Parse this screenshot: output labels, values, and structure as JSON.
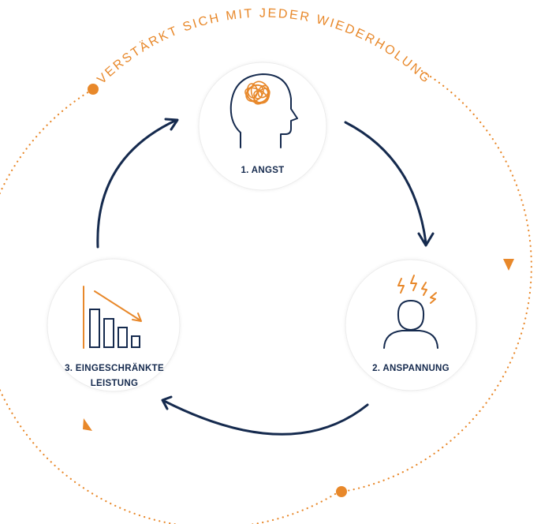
{
  "cycle": {
    "caption": "VERSTÄRKT SICH MIT JEDER WIEDERHOLUNG",
    "nodes": [
      {
        "label": "1. ANGST",
        "icon": "head-with-scribble-icon"
      },
      {
        "label": "2. ANSPANNUNG",
        "icon": "person-with-lightning-icon"
      },
      {
        "label_line1": "3. EINGESCHRÄNKTE",
        "label_line2": "LEISTUNG",
        "icon": "declining-bar-chart-icon"
      }
    ]
  },
  "colors": {
    "navy": "#152a4e",
    "orange": "#e8882a",
    "circle_fill": "#ffffff",
    "circle_stroke": "#ececec"
  }
}
